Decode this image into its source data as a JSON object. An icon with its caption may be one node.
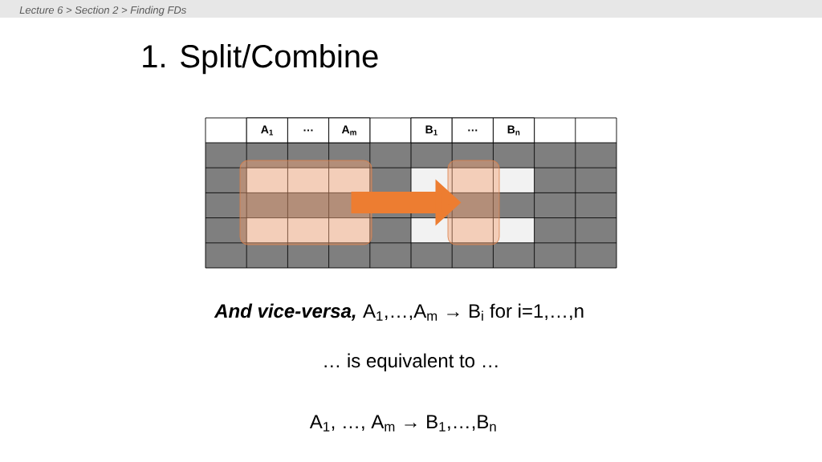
{
  "diagram": {
    "title": "1. Split/Combine",
    "nodes": [
      {
        "text": [],
        "shape": "box"
      },
      {
        "text": [],
        "shape": "box"
      }
    ],
    "edges": [
      {
        "from": 0,
        "to": 1,
        "arrow": "to"
      }
    ],
    "labels": [
      "Lecture 6 > Section 2 > Finding FDs",
      "A$_{1}$",
      "…",
      "A$_{m}$",
      "B$_{1}$",
      "…",
      "B$_{n}$",
      "And vice-versa,",
      "A$_{1}$,…,A$_{m}$ → B$_{i}$ for i=1,…,n",
      "… is equivalent to …",
      "A$_{1}$, …, A$_{m}$ → B$_{1}$,…,B$_{n}$"
    ]
  }
}
